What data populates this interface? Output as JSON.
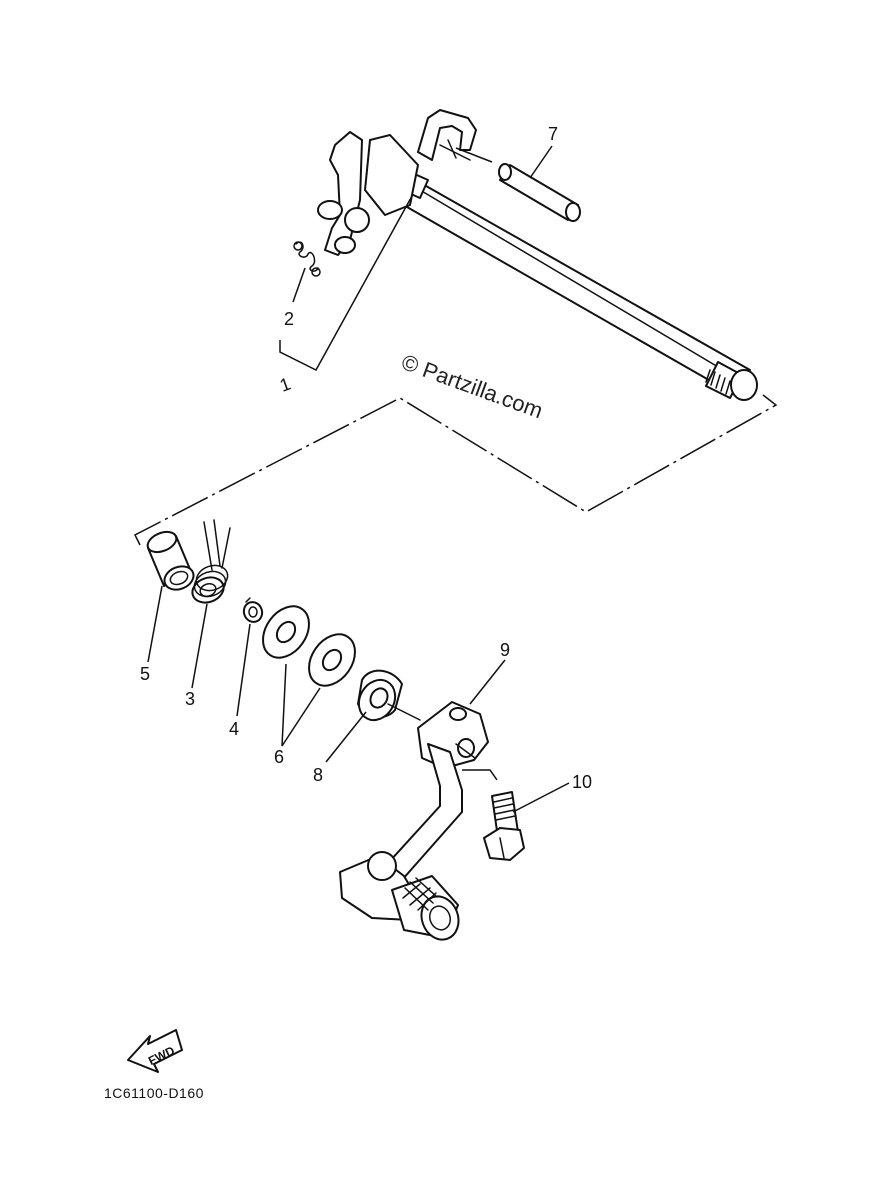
{
  "diagram": {
    "callouts": {
      "c1": "1",
      "c2": "2",
      "c3": "3",
      "c4": "4",
      "c5": "5",
      "c6": "6",
      "c7": "7",
      "c8": "8",
      "c9": "9",
      "c10": "10"
    },
    "watermark": "© Partzilla.com",
    "diagram_code": "1C61100-D160",
    "fwd_label": "FWD"
  }
}
